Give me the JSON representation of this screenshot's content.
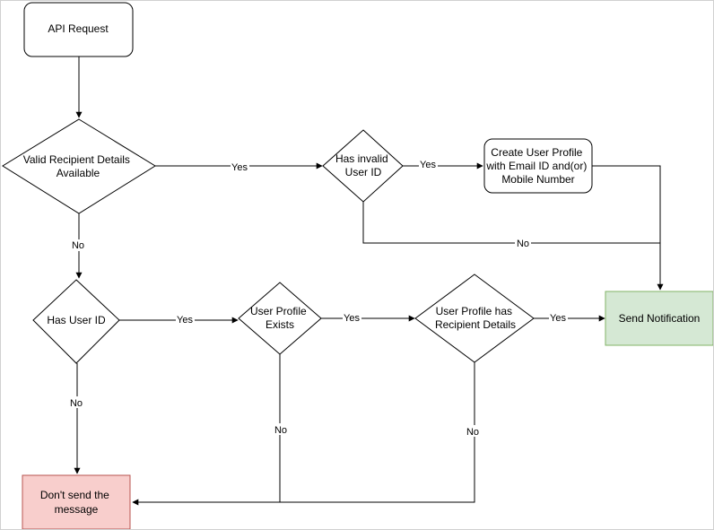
{
  "nodes": {
    "api_request": [
      "API Request"
    ],
    "valid_recipient": [
      "Valid Recipient Details",
      "Available"
    ],
    "has_invalid_user_id": [
      "Has invalid",
      "User ID"
    ],
    "create_user_profile": [
      "Create User Profile",
      "with Email ID and(or)",
      "Mobile Number"
    ],
    "has_user_id": [
      "Has User ID"
    ],
    "user_profile_exists": [
      "User Profile",
      "Exists"
    ],
    "user_profile_has_recipient": [
      "User Profile has",
      "Recipient Details"
    ],
    "send_notification": [
      "Send Notification"
    ],
    "dont_send": [
      "Don't send the",
      "message"
    ]
  },
  "edges": {
    "valid_yes": "Yes",
    "invalid_yes": "Yes",
    "invalid_no": "No",
    "valid_no": "No",
    "hasuser_yes": "Yes",
    "exists_yes": "Yes",
    "hasrecip_yes": "Yes",
    "hasuser_no": "No",
    "exists_no": "No",
    "hasrecip_no": "No"
  },
  "colors": {
    "stroke": "#000000",
    "send_notification_fill": "#d5e8d4",
    "send_notification_stroke": "#82b366",
    "dont_send_fill": "#f8cecc",
    "dont_send_stroke": "#b85450"
  }
}
